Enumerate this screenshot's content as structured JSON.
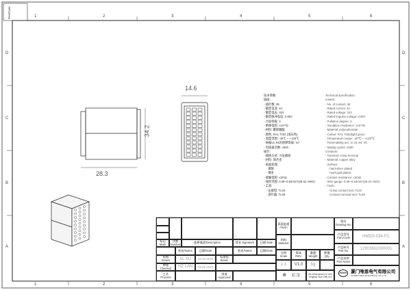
{
  "corner_tag": "Rev/Date",
  "grid": {
    "cols": [
      "1",
      "2",
      "3",
      "4",
      "5",
      "6"
    ],
    "rows": [
      "D",
      "C",
      "B",
      "A"
    ]
  },
  "dimensions": {
    "width": "14.6",
    "height": "34.2",
    "depth": "28.3"
  },
  "spec_cn": [
    "技术参数:",
    "插座:",
    "- 插针数: 36",
    "- 额定电流: 4A",
    "- 额定电压: 32V",
    "- 额定脉冲电压: 0.8kV",
    "- 污染等级: 3",
    "- 绝缘电阻: ≥10¹⁰Ω",
    "- 材料: 聚碳酸酯",
    "- 颜色: RAL 7032 (浅灰色)",
    "- 温度范围: -40℃ ~ +125℃",
    "- 依据UL 94的阻燃等级: V0",
    "- 可插拔次数: ≥500",
    "插针:",
    "- 端接方式: 冷压端接",
    "- 材料: 铜合金",
    "- 表面处理:",
    "   · 镀银",
    "   · 镀金",
    "- 接触电阻: ≤3mΩ",
    "- 线径范围: 0.08~0.52mm²(28-22 AWG)",
    "- 工具:",
    "   · 压接钳: TL03",
    "   · 退针器: TL08"
  ],
  "spec_en": [
    "Technical specification:",
    "Inserts:",
    "- No. of contact: 36",
    "- Rated current: 4A",
    "- Rated voltage: 32V",
    "- Rated impulse voltage: 0.8kV",
    "- Pollution degree: 3",
    "- Insulation resistance: ≥10¹⁰Ω",
    "- Material: polycarbonate",
    "- Colour: RAL 7032(light grey)",
    "- Temperature range: -40℃ ~ +125℃",
    "- Flammability acc. to UL 94: V0",
    "- Mating cycles: ≥500",
    "Contacts:",
    "- Terminal: crimp terminal",
    "- Material: copper alloy",
    "- Surface:",
    "   · hard-silver plated",
    "   · hard-gold plated",
    "- Contact resistance: ≤3mΩ",
    "- Wire gauge: 0.08~0.52mm²(28-22 AWG)",
    "- Tools:",
    "   · Crimp contact tool: TL03",
    "   · Contact removal tool: TL08"
  ],
  "title_block": {
    "mark": "标记\nMark",
    "number": "次数\nNumber",
    "description": "变更描述/Description",
    "signature": "签名\nSignature",
    "date": "日期\nDate",
    "name_hdr": "姓名/Name",
    "date_hdr": "日期/Date",
    "name_hdr2": "姓名/Name",
    "date_hdr2": "日期/Date",
    "drawn": "绘图\nDrawn",
    "drawn_name": "XL SU",
    "drawn_date": "19.02.2020",
    "checked": "审核\nChecked",
    "checked_name": "HZ LAN",
    "checked_date": "19.02.2020",
    "process": "工艺\nProcess",
    "stand": "标准化\nStand.",
    "approved": "批准\nApproved",
    "finish": "表面处理\nFinish",
    "material": "材料\nMaterial",
    "scale": "比例\nScale",
    "rev": "版本\nREV.",
    "weight": "重量\nWeight",
    "qty": "数量\nQty.",
    "scale_val": "1:1",
    "rev_val": "V1.0",
    "weight_val": "6g",
    "dims_note": "All Dimensions in mm\nOriginal Size DIN A 4",
    "drawing_no": "图号\nDrawing No.",
    "part_code": "产品型号\nPart Code",
    "part_code_val": "HMDS-036-FC",
    "part_no": "产品料号\nPart No.",
    "part_no_val": "12903602000001",
    "part_name": "产品名称\nPart Name",
    "logo_text": "WAIN",
    "company_cn": "厦门唯恩电气有限公司",
    "company_en": "XIAMEN WAIN ELECTRICAL CO.,LTD"
  }
}
